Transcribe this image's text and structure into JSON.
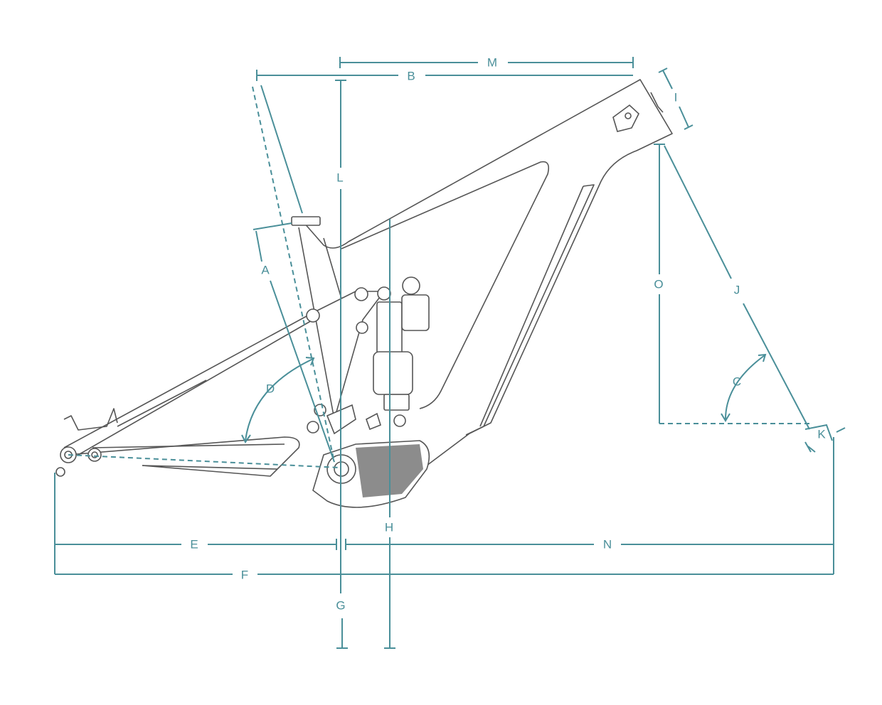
{
  "diagram": {
    "labels": {
      "A": "A",
      "B": "B",
      "C": "C",
      "D": "D",
      "E": "E",
      "F": "F",
      "G": "G",
      "H": "H",
      "I": "I",
      "J": "J",
      "K": "K",
      "L": "L",
      "M": "M",
      "N": "N",
      "O": "O"
    },
    "colors": {
      "dimension": "#4a8f99",
      "frame": "#555555"
    }
  }
}
